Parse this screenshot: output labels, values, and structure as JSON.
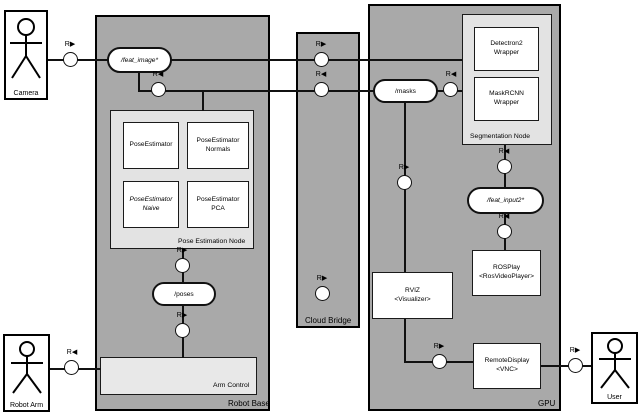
{
  "ports": {
    "out": "R▶",
    "in": "R◀"
  },
  "actors": {
    "camera": "Camera",
    "robot_arm": "Robot Arm",
    "user": "User"
  },
  "containers": {
    "robot_base": "Robot Base",
    "cloud_bridge": "Cloud Bridge",
    "gpu": "GPU"
  },
  "topics": {
    "feat_image": "/feat_image*",
    "masks": "/masks",
    "poses": "/poses",
    "feat_input2": "/feat_input2*"
  },
  "nodes": {
    "pose_estimation": "Pose Estimation Node",
    "segmentation": "Segmentation Node",
    "arm_control": "Arm Control"
  },
  "components": {
    "pose_estimator": {
      "line1": "PoseEstimator",
      "line2": ""
    },
    "pose_estimator_normals": {
      "line1": "PoseEstimator",
      "line2": "Normals"
    },
    "pose_estimator_naive": {
      "line1": "PoseEstimator",
      "line2": "Naive"
    },
    "pose_estimator_pca": {
      "line1": "PoseEstimator",
      "line2": "PCA"
    },
    "detectron2": {
      "line1": "Detectron2",
      "line2": "Wrapper"
    },
    "maskrcnn": {
      "line1": "MaskRCNN",
      "line2": "Wrapper"
    },
    "rviz": {
      "line1": "RVIZ",
      "line2": "<Visualizer>"
    },
    "rosplay": {
      "line1": "ROSPlay",
      "line2": "<RosVideoPlayer>"
    },
    "remote_display": {
      "line1": "RemoteDisplay",
      "line2": "<VNC>"
    }
  },
  "colors": {
    "container_fill": "#a9a9a9",
    "node_fill": "#e3e3e3",
    "component_fill": "#ffffff",
    "line": "#111111"
  }
}
